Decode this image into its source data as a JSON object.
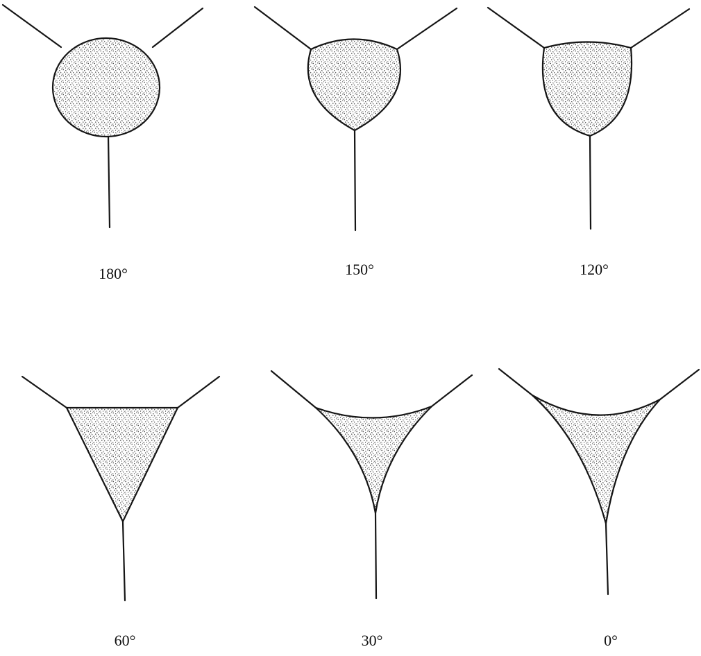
{
  "figure": {
    "panels": [
      {
        "angle_label": "180°",
        "dihedral_angle_deg": 180
      },
      {
        "angle_label": "150°",
        "dihedral_angle_deg": 150
      },
      {
        "angle_label": "120°",
        "dihedral_angle_deg": 120
      },
      {
        "angle_label": "60°",
        "dihedral_angle_deg": 60
      },
      {
        "angle_label": "30°",
        "dihedral_angle_deg": 30
      },
      {
        "angle_label": "0°",
        "dihedral_angle_deg": 0
      }
    ],
    "colors": {
      "line": "#151515",
      "fill_dots": "#2a2a2a",
      "background": "#ffffff"
    }
  }
}
